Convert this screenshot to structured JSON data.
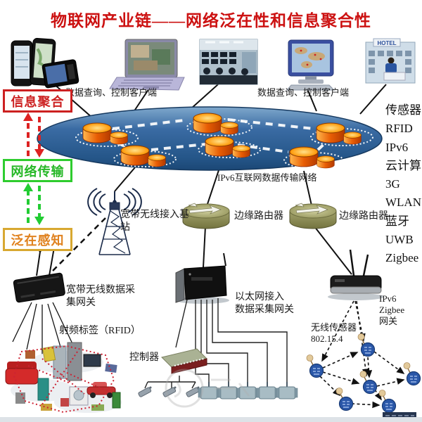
{
  "title": "物联网产业链——网络泛在性和信息聚合性",
  "top_row": {
    "client_label_left": "数据查询、控制客户端",
    "client_label_right": "数据查询、控制客户端",
    "hotel_sign": "HOTEL"
  },
  "layer_boxes": {
    "aggregation": "信息聚合",
    "transmission": "网络传输",
    "perception": "泛在感知"
  },
  "cloud": {
    "label": "IPv6互联网数据传输网络"
  },
  "nodes": {
    "base_station": "宽带无线接入基站",
    "edge_router_left": "边缘路由器",
    "edge_router_right": "边缘路由器",
    "wireless_gateway": "宽带无线数据采集网关",
    "ethernet_gateway_line1": "以太网接入",
    "ethernet_gateway_line2": "数据采集网关",
    "zigbee_gateway_line1": "IPv6 Zigbee",
    "zigbee_gateway_line2": "网关",
    "rfid_label": "射频标签（RFID）",
    "controller": "控制器",
    "wsn_line1": "无线传感器",
    "wsn_line2": "802.15.4"
  },
  "tech_list": [
    "传感器",
    "RFID",
    "IPv6",
    "云计算",
    "3G",
    "WLAN",
    "蓝牙",
    "UWB",
    "Zigbee"
  ],
  "colors": {
    "title_red": "#cc1111",
    "aggregation_red": "#cc2020",
    "transmission_green": "#2ecc2e",
    "perception_orange": "#e0821e",
    "cloud_blue": "#2e5e96",
    "core_router_orange": "#e06010",
    "edge_router_olive": "#8f8f55"
  }
}
